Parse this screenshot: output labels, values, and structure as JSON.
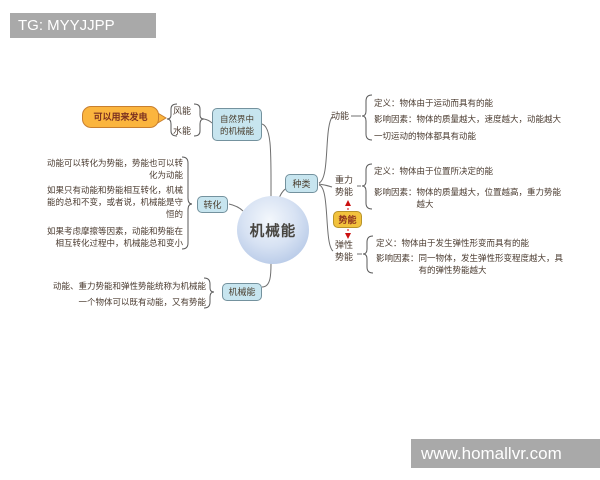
{
  "watermark_top": "TG: MYYJJPP",
  "watermark_bottom": "www.homallvr.com",
  "center_label": "机械能",
  "nature": {
    "leaf": "可以用来发电",
    "children": [
      "风能",
      "水能"
    ],
    "node": "自然界中\n的机械能"
  },
  "types": {
    "node": "种类",
    "kinetic": {
      "label": "动能",
      "items": [
        "定义：物体由于运动而具有的能",
        "影响因素：物体的质量越大，速度越大，动能越大",
        "一切运动的物体都具有动能"
      ]
    },
    "gravity": {
      "label": "重力\n势能",
      "items": [
        "定义：物体由于位置所决定的能",
        "影响因素：物体的质量越大，位置越高，重力势能\n　　　　　越大"
      ]
    },
    "potential_node": "势能",
    "elastic": {
      "label": "弹性\n势能",
      "items": [
        "定义：物体由于发生弹性形变而具有的能",
        "影响因素：同一物体，发生弹性形变程度越大，具\n　　　　　有的弹性势能越大"
      ]
    }
  },
  "transform": {
    "node": "转化",
    "items": [
      "动能可以转化为势能，势能也可以转\n化为动能",
      "如果只有动能和势能相互转化，机械\n能的总和不变，或者说，机械能是守\n恒的",
      "如果考虑摩擦等因素，动能和势能在\n相互转化过程中，机械能总和变小"
    ]
  },
  "mechanical": {
    "node": "机械能",
    "items": [
      "动能、重力势能和弹性势能统称为机械能",
      "一个物体可以既有动能，又有势能"
    ]
  },
  "colors": {
    "node_blue": "#c7e5ef",
    "node_yellow": "#fbb53e",
    "node_gold": "#f2c23d",
    "accent_red": "#cc1111",
    "banner_gray": "#a9a9a9"
  }
}
